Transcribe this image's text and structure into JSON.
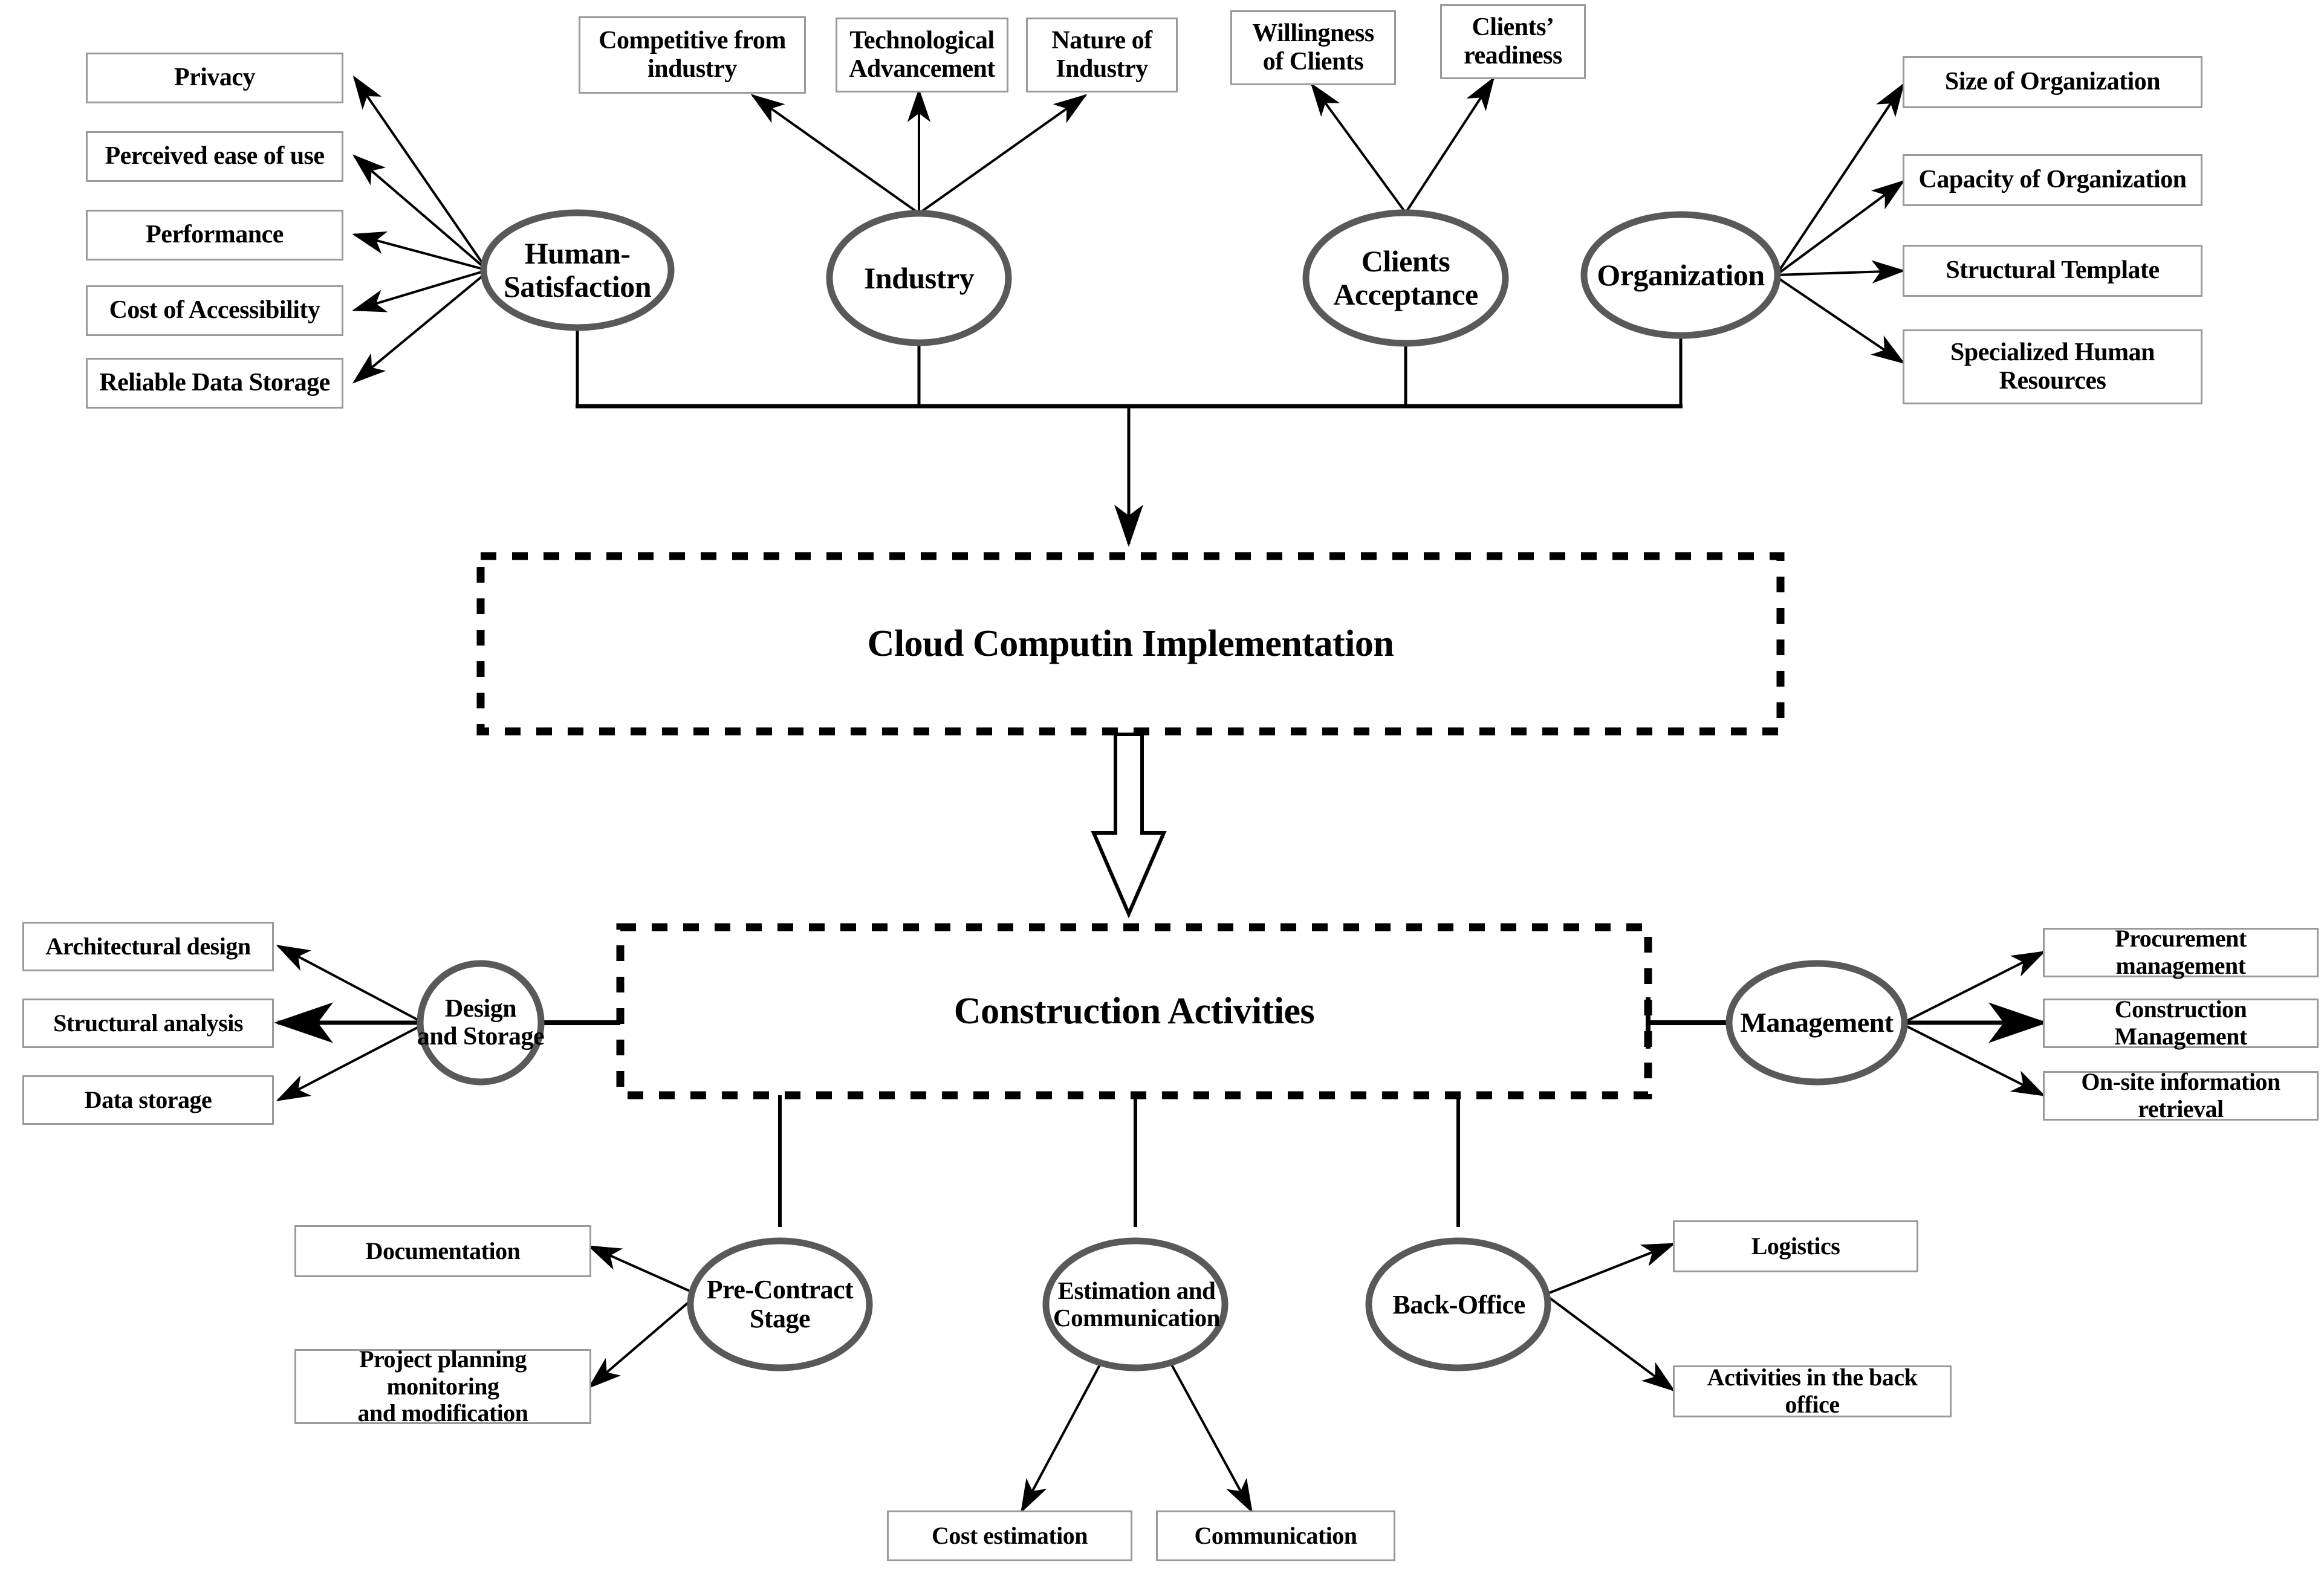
{
  "diagram": {
    "title_hidden": "",
    "colors": {
      "box_border": "#9a9a9a",
      "ellipse_stroke": "#595959",
      "line": "#000000",
      "background": "#ffffff"
    },
    "top_drivers": [
      {
        "id": "human-satisfaction",
        "label_lines": [
          "Human-",
          "Satisfaction"
        ]
      },
      {
        "id": "industry",
        "label_lines": [
          "Industry"
        ]
      },
      {
        "id": "clients-acceptance",
        "label_lines": [
          "Clients",
          "Acceptance"
        ]
      },
      {
        "id": "organization",
        "label_lines": [
          "Organization"
        ]
      }
    ],
    "human_satisfaction_factors": [
      "Privacy",
      "Perceived ease of use",
      "Performance",
      "Cost of Accessibility",
      "Reliable Data Storage"
    ],
    "industry_factors": [
      [
        "Competitive  from",
        "industry"
      ],
      [
        "Technological",
        "Advancement"
      ],
      [
        "Nature of",
        "Industry"
      ]
    ],
    "clients_acceptance_factors": [
      [
        "Willingness",
        "of Clients"
      ],
      [
        "Clients’",
        "readiness"
      ]
    ],
    "organization_factors": [
      [
        "Size of Organization"
      ],
      [
        "Capacity of Organization"
      ],
      [
        "Structural Template"
      ],
      [
        "Specialized Human",
        "Resources"
      ]
    ],
    "cloud_box": {
      "label": "Cloud Computin Implementation"
    },
    "construction_box": {
      "label": "Construction  Activities"
    },
    "branches": [
      {
        "id": "design-and-storage",
        "label_lines": [
          "Design",
          "and Storage"
        ]
      },
      {
        "id": "management",
        "label_lines": [
          "Management"
        ]
      },
      {
        "id": "pre-contract-stage",
        "label_lines": [
          "Pre-Contract",
          "Stage"
        ]
      },
      {
        "id": "estimation-and-communication",
        "label_lines": [
          "Estimation and",
          "Communication"
        ]
      },
      {
        "id": "back-office",
        "label_lines": [
          "Back-Office"
        ]
      }
    ],
    "design_storage_outputs": [
      "Architectural design",
      "Structural analysis",
      "Data storage"
    ],
    "management_outputs": [
      "Procurement management",
      "Construction Management",
      "On-site information retrieval"
    ],
    "pre_contract_outputs": [
      [
        "Documentation"
      ],
      [
        "Project planning monitoring",
        "and modification"
      ]
    ],
    "estimation_outputs": [
      "Cost estimation",
      "Communication"
    ],
    "back_office_outputs": [
      "Logistics",
      "Activities in the back office"
    ]
  }
}
